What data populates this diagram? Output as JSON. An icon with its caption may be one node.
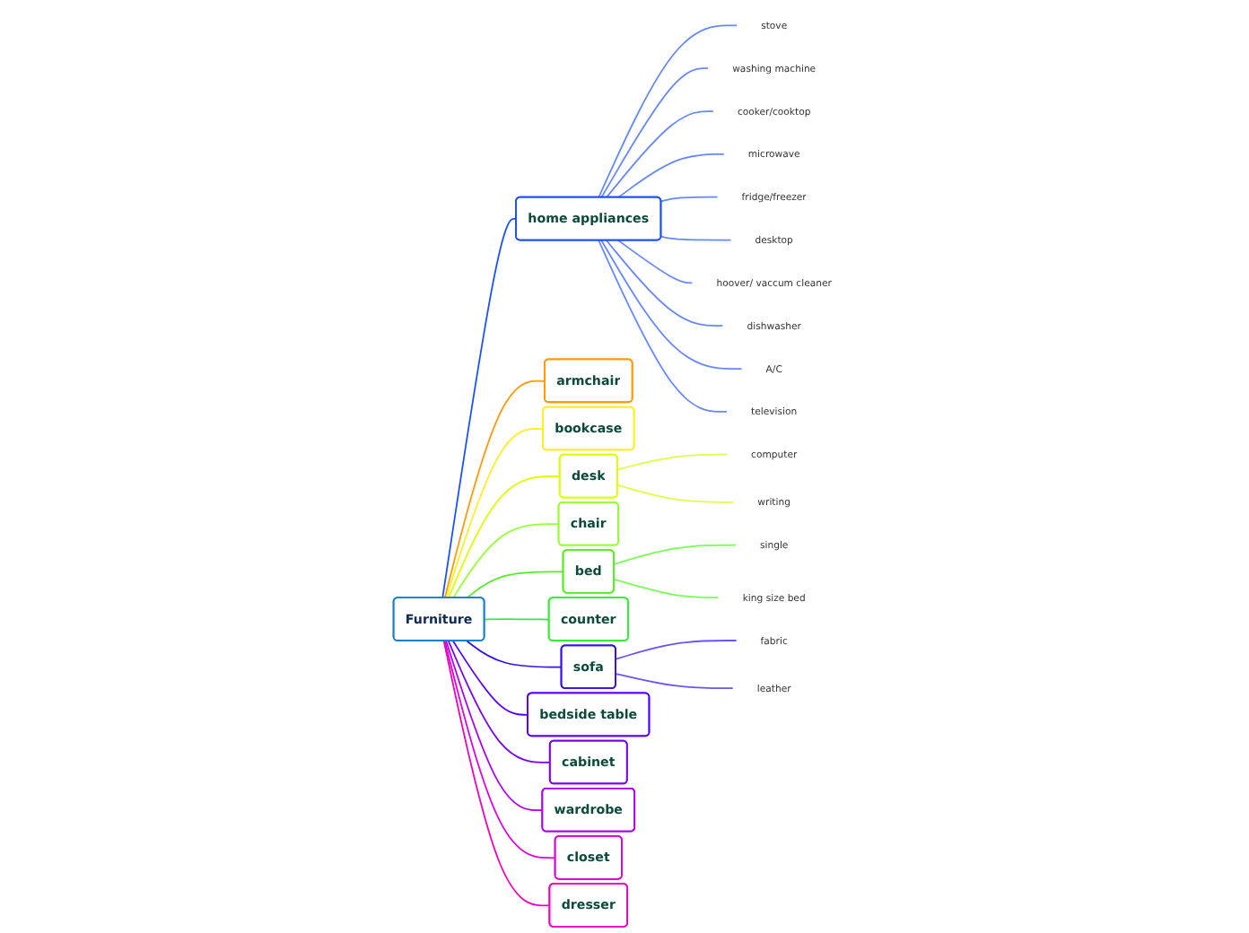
{
  "diagram": {
    "nodes": [
      {
        "text": [
          "Furniture"
        ]
      },
      {
        "text": [
          "home appliances"
        ]
      },
      {
        "text": [
          "stove"
        ]
      },
      {
        "text": [
          "washing machine"
        ]
      },
      {
        "text": [
          "cooker/cooktop"
        ]
      },
      {
        "text": [
          "microwave"
        ]
      },
      {
        "text": [
          "fridge/freezer"
        ]
      },
      {
        "text": [
          "desktop"
        ]
      },
      {
        "text": [
          "hoover/ vaccum cleaner"
        ]
      },
      {
        "text": [
          "dishwasher"
        ]
      },
      {
        "text": [
          "A/C"
        ]
      },
      {
        "text": [
          "television"
        ]
      },
      {
        "text": [
          "armchair"
        ]
      },
      {
        "text": [
          "bookcase"
        ]
      },
      {
        "text": [
          "desk"
        ]
      },
      {
        "text": [
          "computer"
        ]
      },
      {
        "text": [
          "writing"
        ]
      },
      {
        "text": [
          "chair"
        ]
      },
      {
        "text": [
          "bed"
        ]
      },
      {
        "text": [
          "single"
        ]
      },
      {
        "text": [
          "king size bed"
        ]
      },
      {
        "text": [
          "counter"
        ]
      },
      {
        "text": [
          "sofa"
        ]
      },
      {
        "text": [
          "fabric"
        ]
      },
      {
        "text": [
          "leather"
        ]
      },
      {
        "text": [
          "bedside table"
        ]
      },
      {
        "text": [
          "cabinet"
        ]
      },
      {
        "text": [
          "wardrobe"
        ]
      },
      {
        "text": [
          "closet"
        ]
      },
      {
        "text": [
          "dresser"
        ]
      }
    ],
    "edges": [
      {
        "from": 0,
        "to": 1,
        "arrow": "none",
        "color": "#1a4fff"
      },
      {
        "from": 1,
        "to": 2,
        "arrow": "none",
        "color": "#6688ff"
      },
      {
        "from": 1,
        "to": 3,
        "arrow": "none",
        "color": "#6688ff"
      },
      {
        "from": 1,
        "to": 4,
        "arrow": "none",
        "color": "#6688ff"
      },
      {
        "from": 1,
        "to": 5,
        "arrow": "none",
        "color": "#6688ff"
      },
      {
        "from": 1,
        "to": 6,
        "arrow": "none",
        "color": "#6688ff"
      },
      {
        "from": 1,
        "to": 7,
        "arrow": "none",
        "color": "#6688ff"
      },
      {
        "from": 1,
        "to": 8,
        "arrow": "none",
        "color": "#6688ff"
      },
      {
        "from": 1,
        "to": 9,
        "arrow": "none",
        "color": "#6688ff"
      },
      {
        "from": 1,
        "to": 10,
        "arrow": "none",
        "color": "#6688ff"
      },
      {
        "from": 1,
        "to": 11,
        "arrow": "none",
        "color": "#6688ff"
      },
      {
        "from": 0,
        "to": 12,
        "arrow": "none",
        "color": "#ff9900"
      },
      {
        "from": 0,
        "to": 13,
        "arrow": "none",
        "color": "#ffee22"
      },
      {
        "from": 0,
        "to": 14,
        "arrow": "none",
        "color": "#ddff00"
      },
      {
        "from": 14,
        "to": 15,
        "arrow": "none",
        "color": "#ddff44"
      },
      {
        "from": 14,
        "to": 16,
        "arrow": "none",
        "color": "#ddff44"
      },
      {
        "from": 0,
        "to": 17,
        "arrow": "none",
        "color": "#99ff33"
      },
      {
        "from": 0,
        "to": 18,
        "arrow": "none",
        "color": "#55ee22"
      },
      {
        "from": 18,
        "to": 19,
        "arrow": "none",
        "color": "#77ff55"
      },
      {
        "from": 18,
        "to": 20,
        "arrow": "none",
        "color": "#77ff55"
      },
      {
        "from": 0,
        "to": 21,
        "arrow": "none",
        "color": "#33ee33"
      },
      {
        "from": 0,
        "to": 22,
        "arrow": "none",
        "color": "#3311ee"
      },
      {
        "from": 22,
        "to": 23,
        "arrow": "none",
        "color": "#6655ff"
      },
      {
        "from": 22,
        "to": 24,
        "arrow": "none",
        "color": "#6655ff"
      },
      {
        "from": 0,
        "to": 25,
        "arrow": "none",
        "color": "#5500ff"
      },
      {
        "from": 0,
        "to": 26,
        "arrow": "none",
        "color": "#7700ee"
      },
      {
        "from": 0,
        "to": 27,
        "arrow": "none",
        "color": "#aa00ee"
      },
      {
        "from": 0,
        "to": 28,
        "arrow": "none",
        "color": "#dd00dd"
      },
      {
        "from": 0,
        "to": 29,
        "arrow": "none",
        "color": "#ee00bb"
      }
    ]
  }
}
